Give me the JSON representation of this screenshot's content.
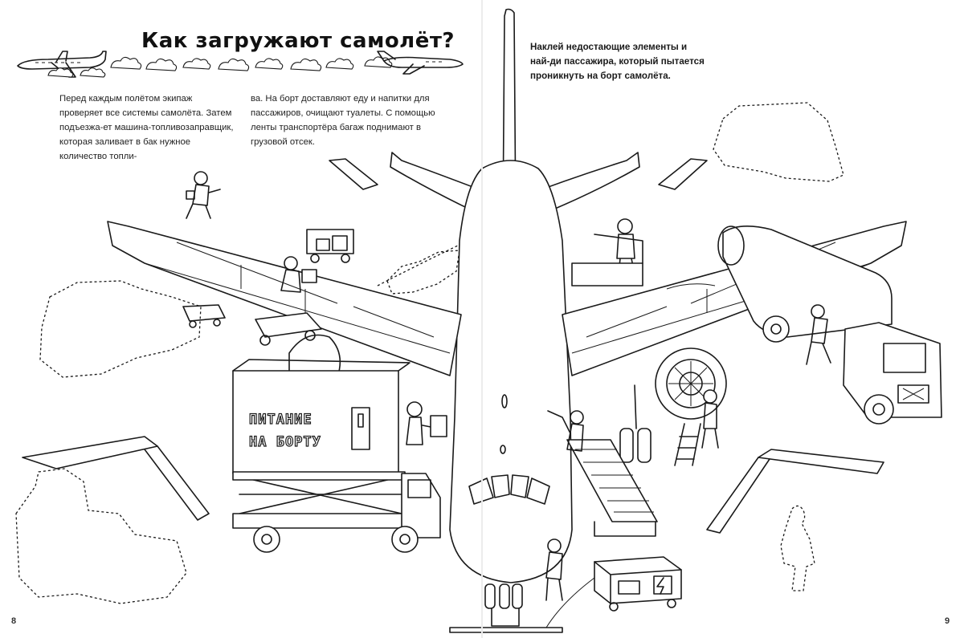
{
  "page": {
    "title": "Как загружают самолёт?",
    "intro_col1": "Перед каждым полётом экипаж проверяет все системы самолёта. Затем подъезжа-ет машина-топливозаправщик, которая заливает в бак нужное количество топли-",
    "intro_col2": "ва. На борт доставляют еду и напитки для пассажиров, очищают туалеты. С помощью ленты транспортёра багаж поднимают в грузовой отсек.",
    "task": "Наклей недостающие элементы и най-ди  пассажира, который пытается проникнуть на борт самолёта.",
    "page_left": "8",
    "page_right": "9"
  },
  "illustration": {
    "catering_sign": [
      "ПИТАНИЕ",
      "НА БОРТУ"
    ],
    "generator_icon": "lightning-icon",
    "ink_color": "#1a1a1a",
    "paper_color": "#ffffff"
  }
}
